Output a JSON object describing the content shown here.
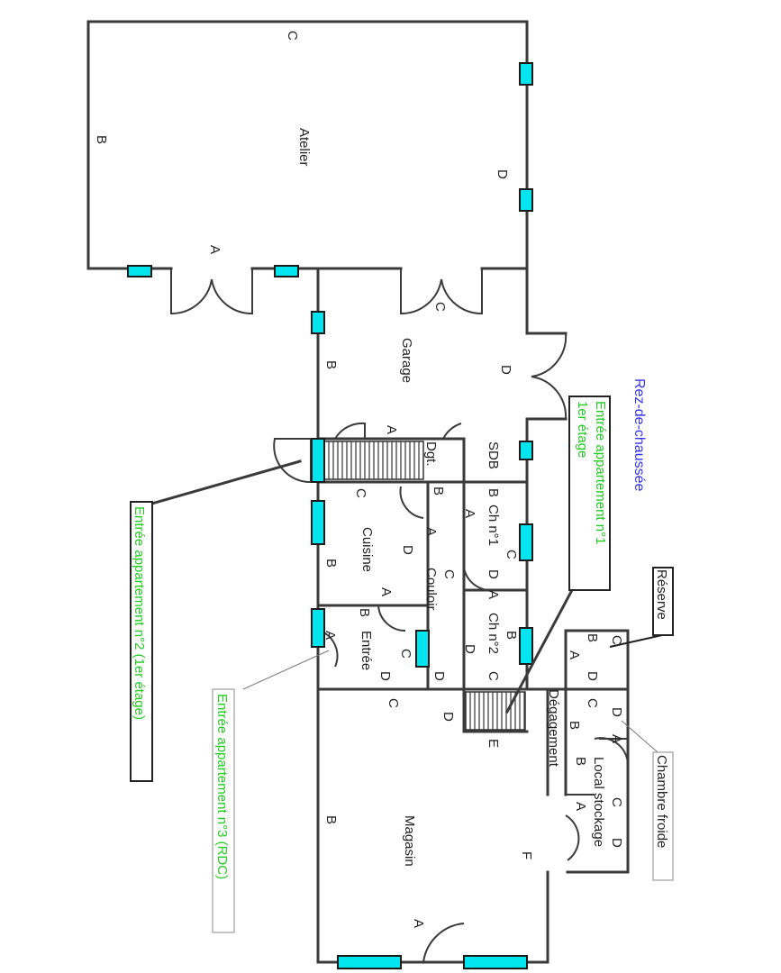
{
  "floor": "Rez-de-chaussée",
  "rooms": {
    "atelier": "Atelier",
    "garage": "Garage",
    "dgt": "Dgt.",
    "sdb": "SDB",
    "cuisine": "Cuisine",
    "couloir": "Couloir",
    "ch1": "Ch n°1",
    "ch2": "Ch n°2",
    "entree": "Entrée",
    "magasin": "Magasin",
    "degagement": "Dégagement",
    "local_stockage": "Local stockage",
    "reserve": "Réserve",
    "chambre_froide": "Chambre froide"
  },
  "callouts": {
    "appt1": "Entrée appartement n°1",
    "appt1_floor": "1er étage",
    "appt2": "Entrée appartement n°2 (1er étage)",
    "appt3": "Entrée appartement n°3 (RDC)"
  },
  "wall_letters": {
    "A": "A",
    "B": "B",
    "C": "C",
    "D": "D",
    "E": "E",
    "F": "F"
  },
  "colors": {
    "window": "#00e5ee",
    "callout_text": "#22cc22",
    "floor_title": "#3333ee",
    "wall": "#3a3a3a"
  }
}
